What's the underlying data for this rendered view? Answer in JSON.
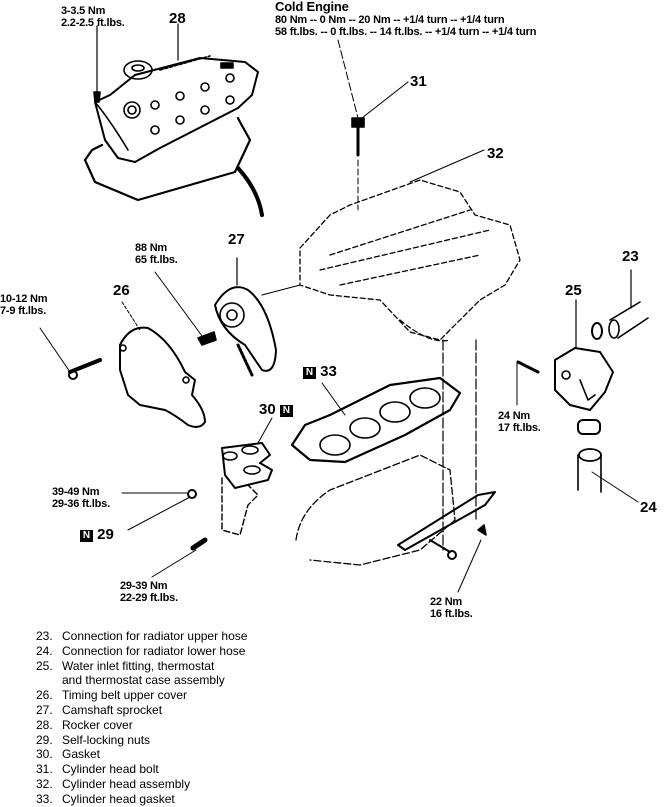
{
  "diagram": {
    "title_block": {
      "heading": "Cold Engine",
      "line_nm": "80 Nm -- 0 Nm -- 20 Nm -- +1/4 turn -- +1/4 turn",
      "line_ftlbs": "58 ft.lbs. -- 0 ft.lbs. -- 14 ft.lbs. -- +1/4 turn -- +1/4 turn"
    },
    "torque_labels": {
      "rocker_cover": {
        "nm": "3-3.5 Nm",
        "ftlbs": "2.2-2.5 ft.lbs."
      },
      "camshaft_sprocket": {
        "nm": "88 Nm",
        "ftlbs": "65 ft.lbs."
      },
      "timing_cover": {
        "nm": "10-12 Nm",
        "ftlbs": "7-9 ft.lbs."
      },
      "manifold_nut": {
        "nm": "39-49 Nm",
        "ftlbs": "29-36 ft.lbs."
      },
      "manifold_bolt": {
        "nm": "29-39 Nm",
        "ftlbs": "22-29 ft.lbs."
      },
      "thermostat": {
        "nm": "24 Nm",
        "ftlbs": "17 ft.lbs."
      },
      "bracket": {
        "nm": "22 Nm",
        "ftlbs": "16 ft.lbs."
      }
    },
    "callouts": {
      "c23": "23",
      "c24": "24",
      "c25": "25",
      "c26": "26",
      "c27": "27",
      "c28": "28",
      "c29": "29",
      "c30": "30",
      "c31": "31",
      "c32": "32",
      "c33": "33"
    },
    "badge_new": "N"
  },
  "legend": [
    {
      "num": "23.",
      "text": "Connection for radiator upper hose"
    },
    {
      "num": "24.",
      "text": "Connection for radiator lower hose"
    },
    {
      "num": "25.",
      "text": "Water inlet fitting, thermostat",
      "cont": "and thermostat case assembly"
    },
    {
      "num": "26.",
      "text": "Timing belt upper cover"
    },
    {
      "num": "27.",
      "text": "Camshaft sprocket"
    },
    {
      "num": "28.",
      "text": "Rocker cover"
    },
    {
      "num": "29.",
      "text": "Self-locking nuts"
    },
    {
      "num": "30.",
      "text": "Gasket"
    },
    {
      "num": "31.",
      "text": "Cylinder head bolt"
    },
    {
      "num": "32.",
      "text": "Cylinder head assembly"
    },
    {
      "num": "33.",
      "text": "Cylinder head gasket"
    }
  ]
}
